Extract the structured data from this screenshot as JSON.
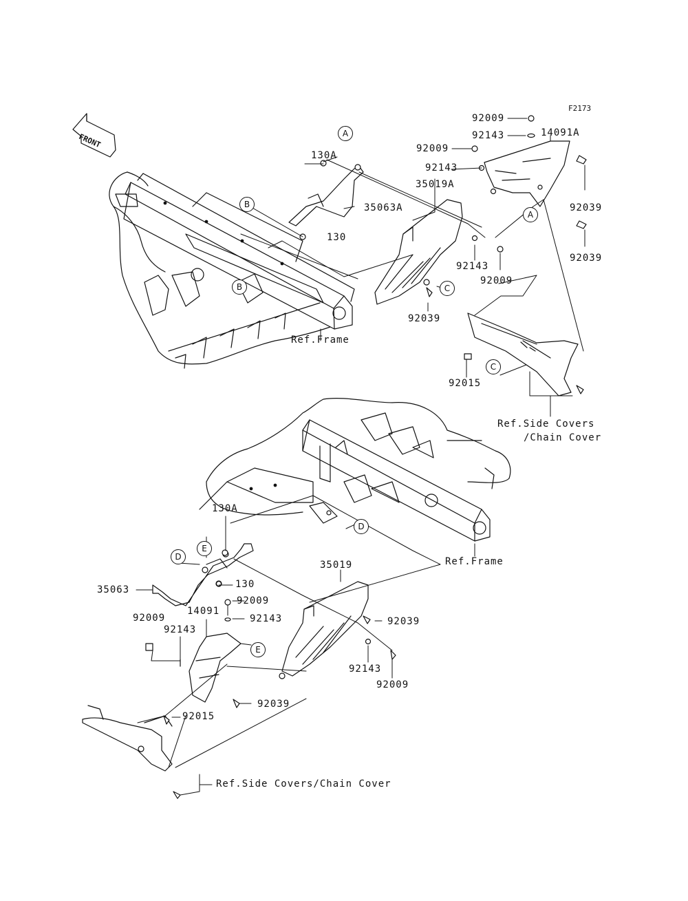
{
  "figure_code": "F2173",
  "front_arrow": "FRONT",
  "ref_markers": {
    "a": "A",
    "b": "B",
    "c": "C",
    "d": "D",
    "e": "E"
  },
  "labels": {
    "p92009": "92009",
    "p92143": "92143",
    "p14091a": "14091A",
    "p130a": "130A",
    "p35019a": "35019A",
    "p35063a": "35063A",
    "p130": "130",
    "p92039": "92039",
    "p92015": "92015",
    "p35019": "35019",
    "p35063": "35063",
    "p14091": "14091",
    "ref_frame": "Ref.Frame",
    "ref_side_covers_line1": "Ref.Side Covers",
    "ref_side_covers_line2": "/Chain Cover",
    "ref_side_covers_combined": "Ref.Side Covers/Chain Cover"
  }
}
